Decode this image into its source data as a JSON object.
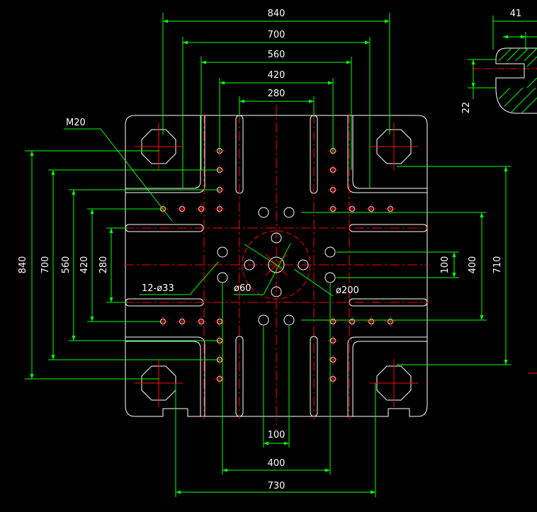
{
  "colors": {
    "background": "#000000",
    "outline": "#ffffff",
    "dimension": "#00ff00",
    "centerline": "#ff0000",
    "text": "#ffffff"
  },
  "dimensions_top": {
    "d840": "840",
    "d700": "700",
    "d560": "560",
    "d420": "420",
    "d280": "280"
  },
  "dimensions_left": {
    "d840": "840",
    "d700": "700",
    "d560": "560",
    "d420": "420",
    "d280": "280"
  },
  "dimensions_right": {
    "d100": "100",
    "d400": "400",
    "d710": "710"
  },
  "dimensions_bottom": {
    "d100": "100",
    "d400": "400",
    "d730": "730"
  },
  "callouts": {
    "thread": "M20",
    "holes": "12-ø33",
    "center_hole": "ø60",
    "locating_ring": "ø200"
  },
  "detail": {
    "width": "41",
    "depth": "22"
  }
}
